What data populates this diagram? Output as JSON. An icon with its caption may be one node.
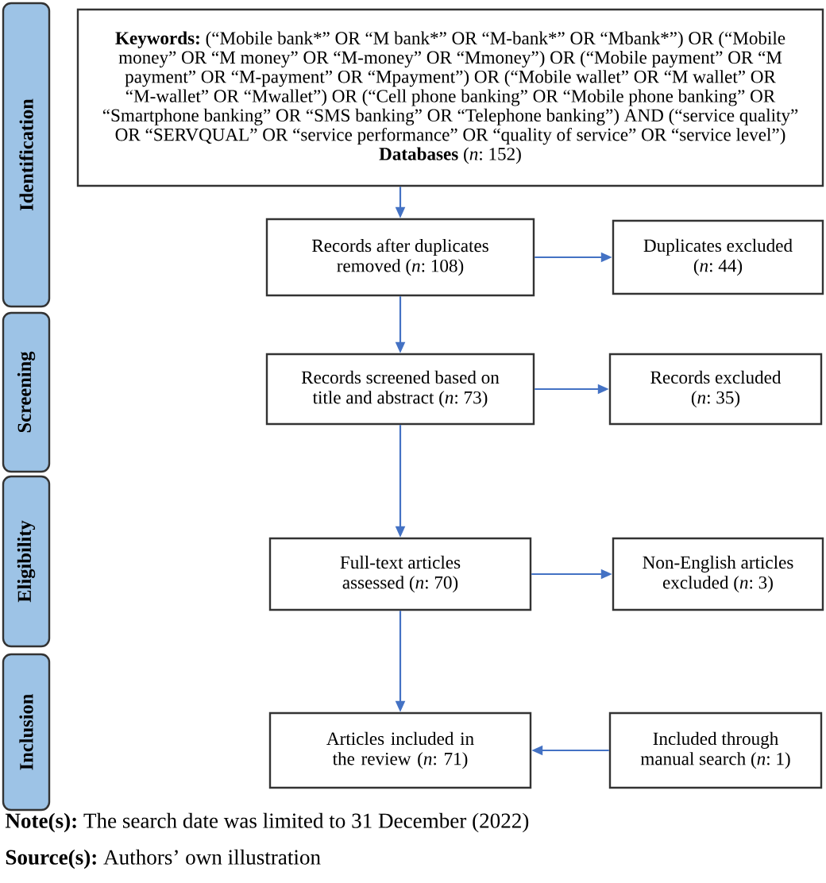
{
  "diagram": {
    "nodes": [
      {
        "text": [
          "Identification"
        ]
      },
      {
        "text": [
          "Keywords:",
          "(“Mobile bank*” OR “M bank*” OR “M-bank*” OR “Mbank*”) OR (“Mobile money” OR “M money” OR “M-money” OR “Mmoney”) OR (“Mobile payment” OR “M payment” OR “M-payment” OR “Mpayment”) OR (“Mobile wallet” OR “M wallet” OR “M-wallet” OR “Mwallet”) OR (“Cell phone banking” OR “Mobile phone banking” OR “Smartphone banking” OR “SMS banking” OR “Telephone banking”) AND (“service quality” OR “SERVQUAL” OR “service performance” OR “quality of service” OR “service level”)",
          "**Databases** (*n*: 152)"
        ]
      },
      {
        "text": [
          "Records after duplicates removed (*n*: 108)"
        ]
      },
      {
        "text": [
          "Duplicates excluded (*n*: 44)"
        ]
      },
      {
        "text": [
          "Screening"
        ]
      },
      {
        "text": [
          "Records screened based on title and abstract (*n*: 73)"
        ]
      },
      {
        "text": [
          "Records excluded (*n*: 35)"
        ]
      },
      {
        "text": [
          "Eligibility"
        ]
      },
      {
        "text": [
          "Full-text articles assessed (*n*: 70)"
        ]
      },
      {
        "text": [
          "Non-English articles excluded (*n*: 3)"
        ]
      },
      {
        "text": [
          "Inclusion"
        ]
      },
      {
        "text": [
          "Articles included in the review (*n*: 71)"
        ]
      },
      {
        "text": [
          "Included through manual search (*n*: 1)"
        ]
      }
    ],
    "edges": [
      {
        "from": 1,
        "to": 2,
        "arrow": "to"
      },
      {
        "from": 2,
        "to": 3,
        "arrow": "to"
      },
      {
        "from": 2,
        "to": 5,
        "arrow": "to"
      },
      {
        "from": 5,
        "to": 6,
        "arrow": "to"
      },
      {
        "from": 5,
        "to": 8,
        "arrow": "to"
      },
      {
        "from": 8,
        "to": 9,
        "arrow": "to"
      },
      {
        "from": 8,
        "to": 11,
        "arrow": "to"
      },
      {
        "from": 12,
        "to": 11,
        "arrow": "to"
      }
    ],
    "labels": [
      "**Note(s):** The search date was limited to 31 December (2022)",
      "**Source(s):** Authors’ own illustration"
    ]
  }
}
